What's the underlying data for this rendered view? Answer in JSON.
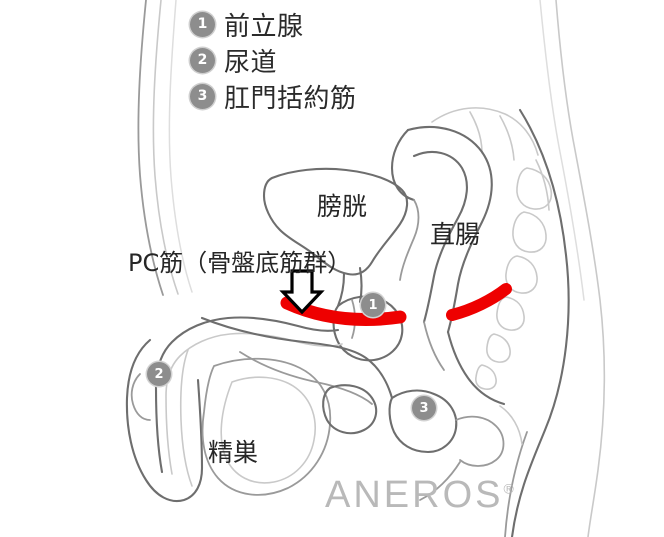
{
  "figure": {
    "title": "male pelvic anatomy sagittal diagram",
    "background_color": "#ffffff",
    "highlight_color": "#ee0000",
    "outline_color": "#6e6e6e",
    "badge_color": "#8d8d8d"
  },
  "legend": {
    "items": [
      {
        "number": "1",
        "label": "前立腺"
      },
      {
        "number": "2",
        "label": "尿道"
      },
      {
        "number": "3",
        "label": "肛門括約筋"
      }
    ]
  },
  "annotations": {
    "pc_muscle": "PC筋（骨盤底筋群）",
    "bladder": "膀胱",
    "rectum": "直腸",
    "testis": "精巣"
  },
  "markers": [
    {
      "number": "1",
      "refers_to": "前立腺"
    },
    {
      "number": "2",
      "refers_to": "尿道"
    },
    {
      "number": "3",
      "refers_to": "肛門括約筋"
    }
  ],
  "pointer": {
    "icon": "down-arrow-icon",
    "points_at": "PC筋（骨盤底筋群）"
  },
  "brand": {
    "name": "ANEROS",
    "trademark": "®"
  }
}
